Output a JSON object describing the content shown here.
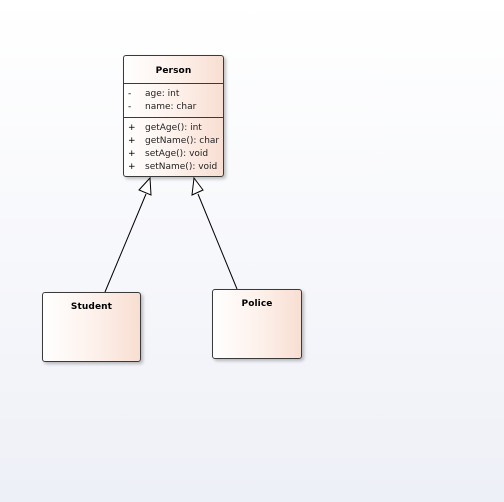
{
  "classes": {
    "person": {
      "name": "Person",
      "attributes": [
        {
          "visibility": "-",
          "text": "age: int"
        },
        {
          "visibility": "-",
          "text": "name: char"
        }
      ],
      "operations": [
        {
          "visibility": "+",
          "text": "getAge(): int"
        },
        {
          "visibility": "+",
          "text": "getName(): char"
        },
        {
          "visibility": "+",
          "text": "setAge(): void"
        },
        {
          "visibility": "+",
          "text": "setName(): void"
        }
      ]
    },
    "student": {
      "name": "Student"
    },
    "police": {
      "name": "Police"
    }
  },
  "relationships": [
    {
      "type": "generalization",
      "from": "Student",
      "to": "Person"
    },
    {
      "type": "generalization",
      "from": "Police",
      "to": "Person"
    }
  ],
  "colors": {
    "border": "#3a3a3a",
    "class_fill_light": "#ffffff",
    "class_fill_dark": "#f8ded2",
    "connector": "#000000"
  }
}
